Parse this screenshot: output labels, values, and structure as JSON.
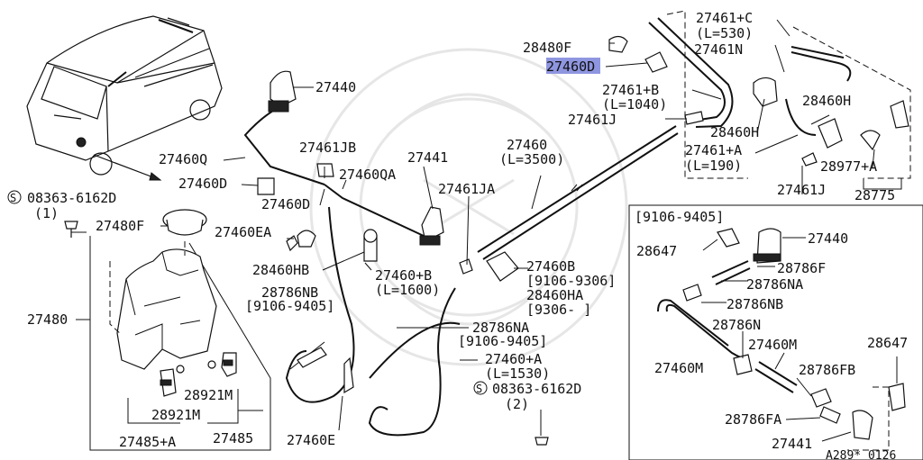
{
  "labels": {
    "p28480F": "28480F",
    "p27460D_hl": "27460D",
    "p27461C": "27461+C",
    "p27461C_len": "(L=530)",
    "p27461N": "27461N",
    "p27461B": "27461+B",
    "p27461B_len": "(L=1040)",
    "p27461J_top": "27461J",
    "p28460H_a": "28460H",
    "p28460H_b": "28460H",
    "p27461A": "27461+A",
    "p27461A_len": "(L=190)",
    "p27461J_b": "27461J",
    "p28977A": "28977+A",
    "p28775": "28775",
    "p27440": "27440",
    "p27460Q": "27460Q",
    "p27461JB": "27461JB",
    "p27460QA": "27460QA",
    "p27441": "27441",
    "p27460_main": "27460",
    "p27460_len": "(L=3500)",
    "p27460D_b": "27460D",
    "p27460D_c": "27460D",
    "p27461JA": "27461JA",
    "bolt1": "08363-6162D",
    "bolt1_qty": "(1)",
    "p27480F": "27480F",
    "p27460EA": "27460EA",
    "p28460HB": "28460HB",
    "p27460B_hose": "27460+B",
    "p27460B_len": "(L=1600)",
    "p27460B": "27460B",
    "p27460B_date": "[9106-9306]",
    "p28460HA": "28460HA",
    "p28460HA_date": "[9306-     ]",
    "p28786NB": "28786NB",
    "p28786NB_date": "[9106-9405]",
    "p27480": "27480",
    "p28786NA": "28786NA",
    "p28786NA_date": "[9106-9405]",
    "p27460A": "27460+A",
    "p27460A_len": "(L=1530)",
    "bolt2": "08363-6162D",
    "bolt2_qty": "(2)",
    "p28921M_a": "28921M",
    "p28921M_b": "28921M",
    "p27485A": "27485+A",
    "p27485": "27485",
    "p27460E": "27460E",
    "inset_date": "[9106-9405]",
    "i28647_a": "28647",
    "i27440": "27440",
    "i28786F": "28786F",
    "i28786NA": "28786NA",
    "i28786NB": "28786NB",
    "i28786N": "28786N",
    "i27460M_a": "27460M",
    "i27460M_b": "27460M",
    "i28647_b": "28647",
    "i28786FB": "28786FB",
    "i28786FA": "28786FA",
    "i27441": "27441",
    "diagram_code": "A289* 0126"
  },
  "screw_symbol": "S",
  "highlight_color": "#8f96e0"
}
